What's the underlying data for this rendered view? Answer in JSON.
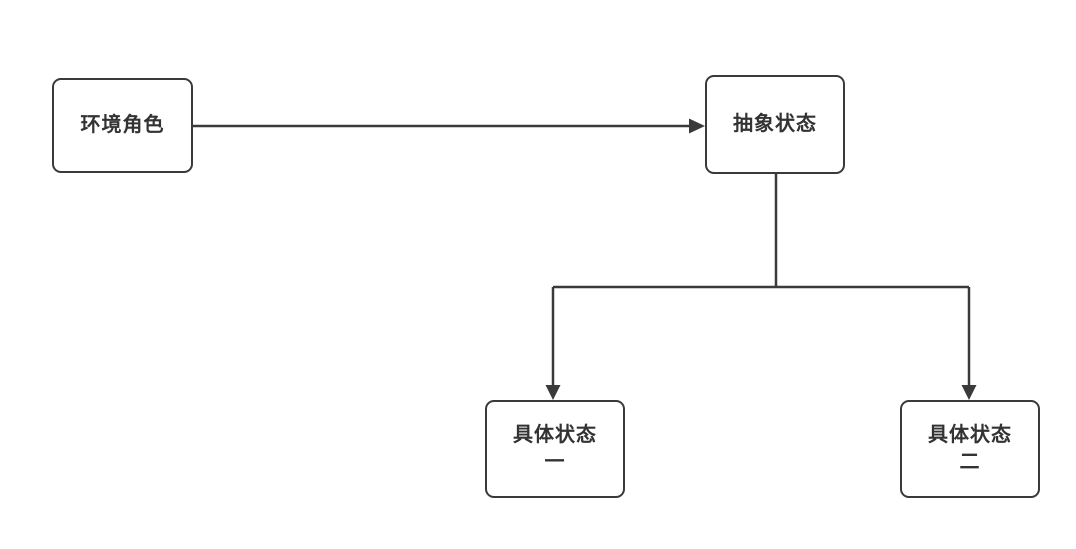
{
  "diagram": {
    "background_color": "#ffffff",
    "stroke_color": "#3a3a3a",
    "text_color": "#333333",
    "nodes": [
      {
        "id": "env-role",
        "label": "环境角色"
      },
      {
        "id": "abstract-state",
        "label": "抽象状态"
      },
      {
        "id": "concrete-state-1",
        "label": "具体状态",
        "label_line2": "一"
      },
      {
        "id": "concrete-state-2",
        "label": "具体状态",
        "label_line2": "二"
      }
    ],
    "edges": [
      {
        "from": "env-role",
        "to": "abstract-state",
        "style": "solid-arrow"
      },
      {
        "from": "abstract-state",
        "to": "concrete-state-1",
        "style": "solid-arrow"
      },
      {
        "from": "abstract-state",
        "to": "concrete-state-2",
        "style": "solid-arrow"
      }
    ]
  }
}
